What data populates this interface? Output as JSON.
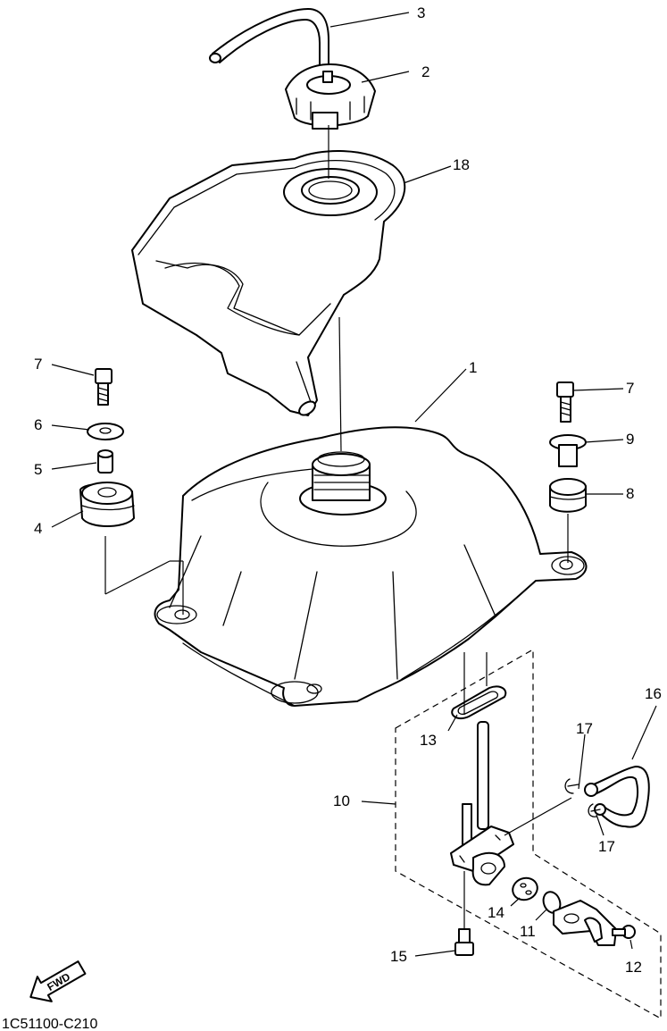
{
  "diagram_code": "1C51100-C210",
  "fwd_label": "FWD",
  "callouts": [
    {
      "id": "3",
      "label": "3"
    },
    {
      "id": "2",
      "label": "2"
    },
    {
      "id": "18",
      "label": "18"
    },
    {
      "id": "7a",
      "label": "7"
    },
    {
      "id": "1",
      "label": "1"
    },
    {
      "id": "7b",
      "label": "7"
    },
    {
      "id": "6",
      "label": "6"
    },
    {
      "id": "9",
      "label": "9"
    },
    {
      "id": "5",
      "label": "5"
    },
    {
      "id": "8",
      "label": "8"
    },
    {
      "id": "4",
      "label": "4"
    },
    {
      "id": "16",
      "label": "16"
    },
    {
      "id": "17a",
      "label": "17"
    },
    {
      "id": "13",
      "label": "13"
    },
    {
      "id": "10",
      "label": "10"
    },
    {
      "id": "17b",
      "label": "17"
    },
    {
      "id": "14",
      "label": "14"
    },
    {
      "id": "11",
      "label": "11"
    },
    {
      "id": "15",
      "label": "15"
    },
    {
      "id": "12",
      "label": "12"
    }
  ]
}
